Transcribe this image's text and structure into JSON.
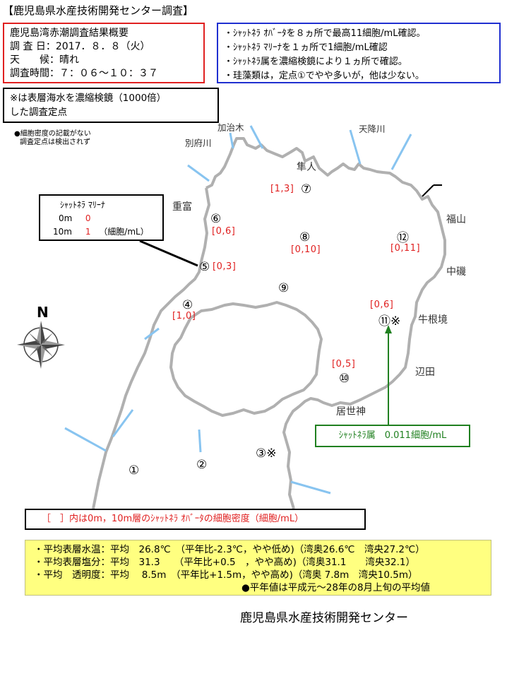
{
  "title": "【鹿児島県水産技術開発センター調査】",
  "summary": {
    "heading": "鹿児島湾赤潮調査結果概要",
    "date": "調 査 日：2017．８．８（火）",
    "weather": "天　　候：晴れ",
    "time": "調査時間：７：０６～１０：３７"
  },
  "findings": [
    "・ｼｬｯﾄﾈﾗ ｵﾊﾞｰﾀを８ヵ所で最高11細胞/mL確認。",
    "・ｼｬｯﾄﾈﾗ ﾏﾘｰﾅを１ヵ所で1細胞/mL確認",
    "・ｼｬｯﾄﾈﾗ属を濃縮検鏡により１ヵ所で確認。",
    "・珪藻類は，定点①でやや多いが，他は少ない。"
  ],
  "note": {
    "line1": "※は表層海水を濃縮検鏡（1000倍）",
    "line2": "した調査定点"
  },
  "small_note": {
    "line1": "●細胞密度の記載がない",
    "line2": "調査定点は検出されず"
  },
  "marina_callout": {
    "title": "ｼｬｯﾄﾈﾗ ﾏﾘｰﾅ",
    "row1_depth": "0m",
    "row1_value": "0",
    "row2_depth": "10m",
    "row2_value": "1",
    "unit": "（細胞/mL）"
  },
  "genus_callout": "ｼｬｯﾄﾈﾗ属　0.011細胞/mL",
  "legend": "［　］内は0m，10m層のｼｬｯﾄﾈﾗ ｵﾊﾞｰﾀの細胞密度（細胞/mL）",
  "averages": [
    "・平均表層水温：平均　26.8℃　（平年比-2.3℃，やや低め)（湾奥26.6℃　湾央27.2℃）",
    "・平均表層塩分：平均　31.3　　（平年比+0.5　，やや高め)（湾奥31.1　　湾央32.1）",
    "・平均　透明度：平均　 8.5m　（平年比+1.5m，やや高め)（湾奥 7.8m　湾央10.5m）"
  ],
  "averages_note": "●平年値は平成元～28年の8月上旬の平均値",
  "footer": "鹿児島県水産技術開発センター",
  "compass_label": "N",
  "places": {
    "kajiki": "加治木",
    "beppu": "別府川",
    "amori": "天降川",
    "hayato": "隼人",
    "shigetomi": "重富",
    "fukuyama": "福山",
    "nakaiso": "中磯",
    "ushinekyo": "牛根境",
    "henda": "辺田",
    "iseijin": "居世神"
  },
  "stations": {
    "s1": "①",
    "s2": "②",
    "s3": "③※",
    "s4": "④",
    "s5": "⑤",
    "s6": "⑥",
    "s7": "⑦",
    "s8": "⑧",
    "s9": "⑨",
    "s10": "⑩",
    "s11": "⑪※",
    "s12": "⑫"
  },
  "densities": {
    "d7": "[1,3]",
    "d6": "[0,6]",
    "d5": "[0,3]",
    "d8": "[0,10]",
    "d12": "[0,11]",
    "d4": "[1,0]",
    "d11": "[0,6]",
    "d10": "[0,5]"
  },
  "colors": {
    "summary_border": "#e02020",
    "findings_border": "#2030d0",
    "density_text": "#e02020",
    "genus_border": "#208020",
    "averages_bg": "#ffff80",
    "river": "#88c4f0"
  }
}
